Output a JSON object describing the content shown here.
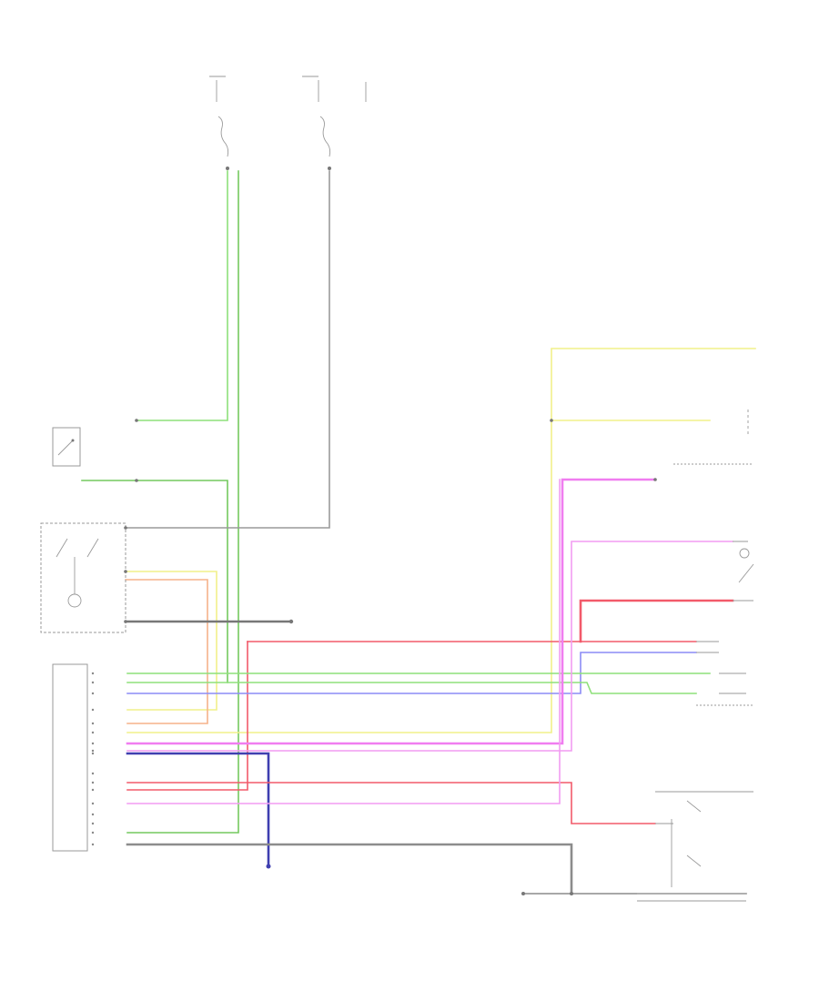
{
  "diagram": {
    "page_ref": "",
    "footer_code": "",
    "colors": {
      "light_green": "#8ee07a",
      "dark_green": "#74c95f",
      "gray": "#8c8c8c",
      "dark_gray": "#6f6f6f",
      "yellow": "#f1f08a",
      "red": "#f25a6a",
      "pink": "#f48fb5",
      "magenta": "#f07df0",
      "violet": "#f29cf2",
      "blue": "#8c8cf5",
      "navy": "#3f3fb0",
      "orange": "#f5b28a",
      "peach": "#f7c9a5"
    },
    "components": [
      {
        "name": "cruise-control-lever-switch",
        "label": ""
      },
      {
        "name": "cruise-control-unit",
        "label": ""
      },
      {
        "name": "stop-light-switch",
        "label": ""
      },
      {
        "name": "actuator-control-unit",
        "label": ""
      },
      {
        "name": "brake-switch",
        "label": ""
      },
      {
        "name": "throttle-position-sensor",
        "label": ""
      },
      {
        "name": "neutral-switch",
        "label": ""
      }
    ],
    "wire_labels": []
  }
}
